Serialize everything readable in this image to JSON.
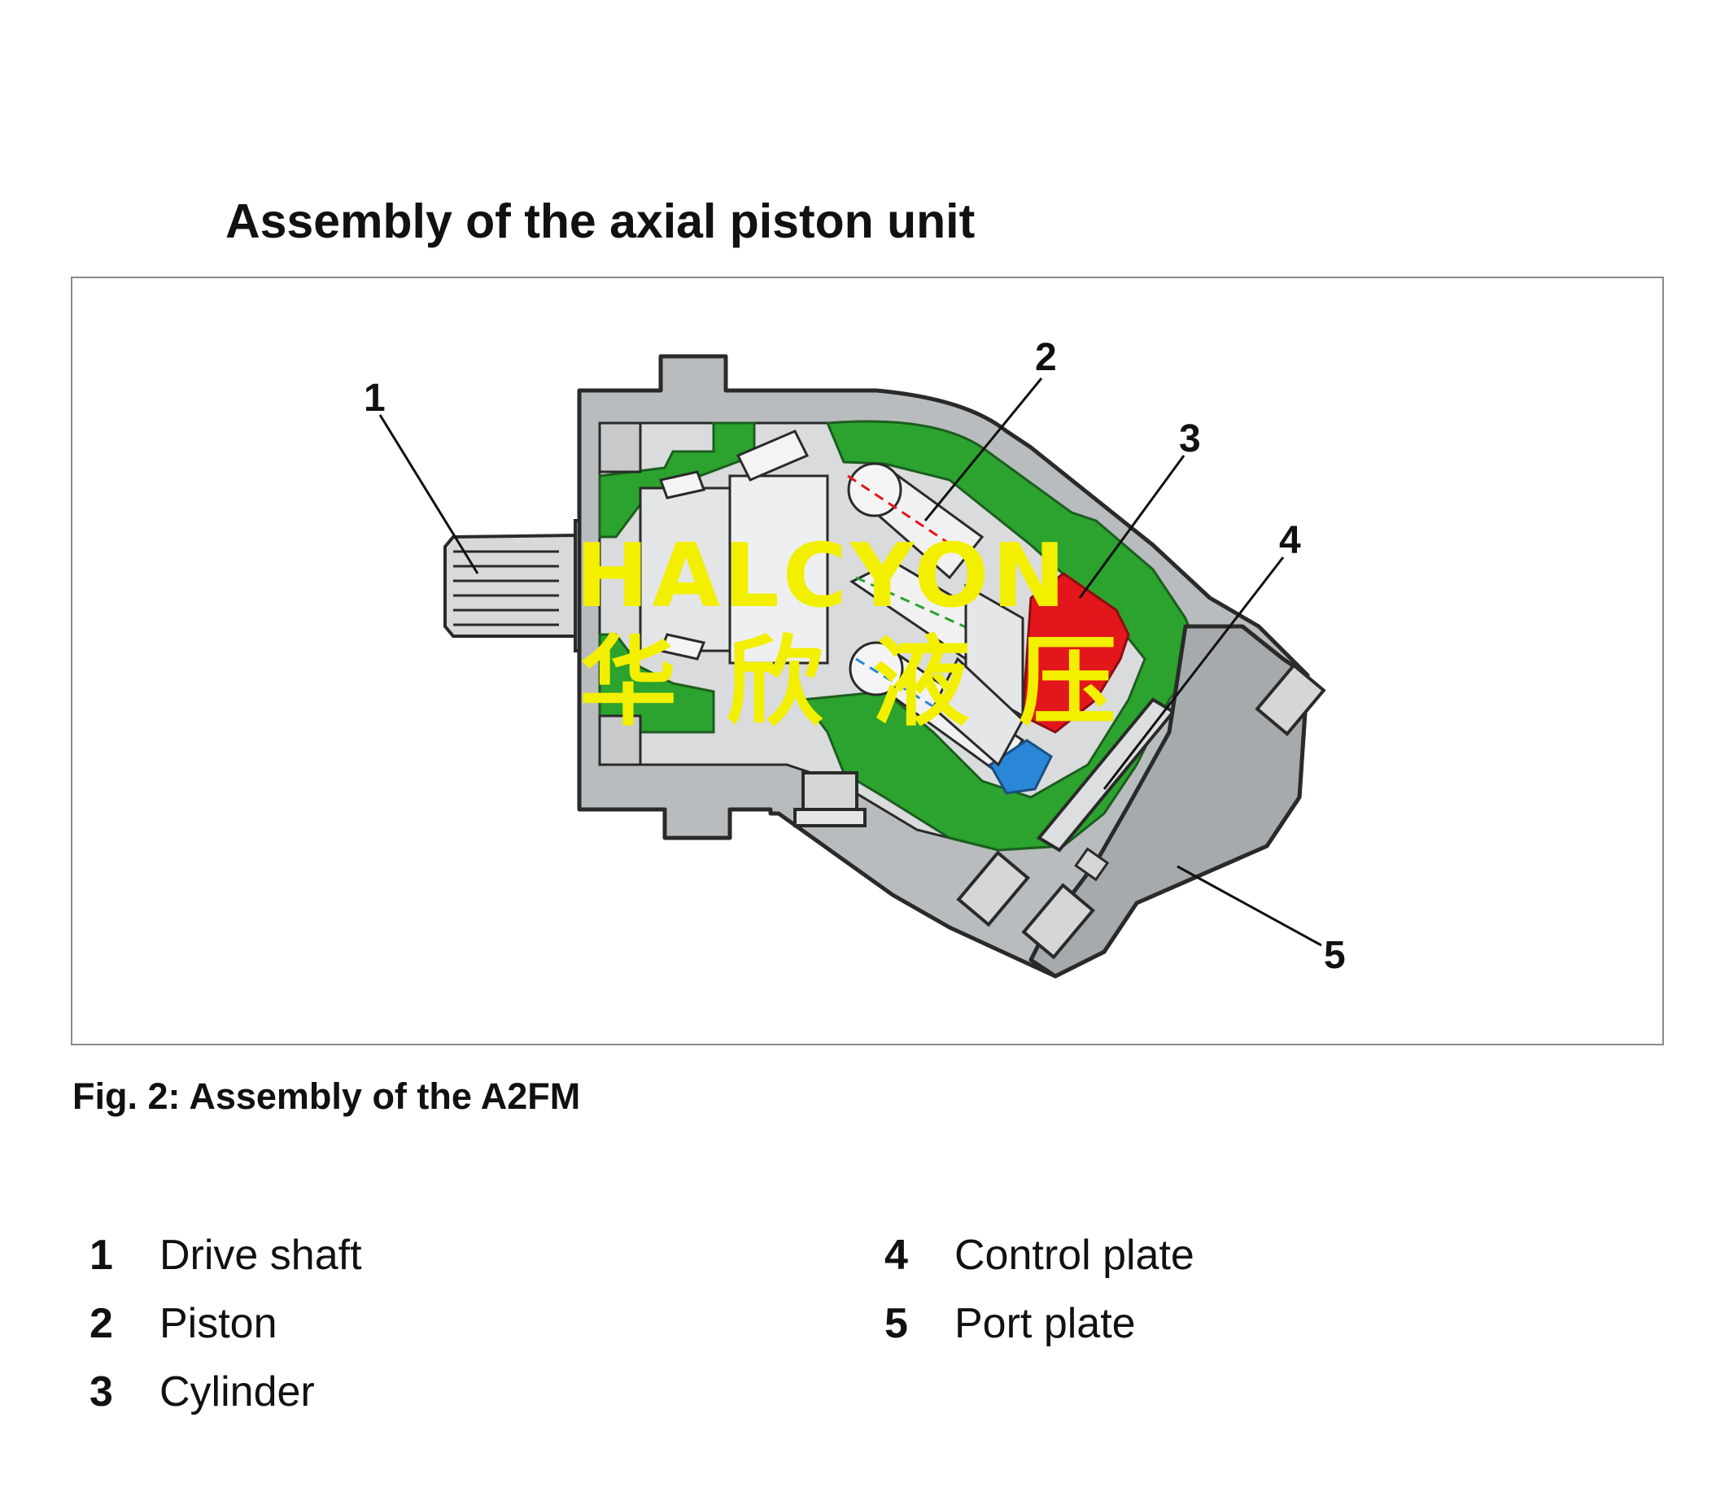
{
  "title": "Assembly of the axial piston unit",
  "caption": "Fig. 2: Assembly of the A2FM",
  "callouts": [
    "1",
    "2",
    "3",
    "4",
    "5"
  ],
  "watermark": {
    "latin": "HALCYON",
    "chinese": "华欣液压"
  },
  "legend": [
    {
      "number": "1",
      "label": "Drive shaft"
    },
    {
      "number": "2",
      "label": "Piston"
    },
    {
      "number": "3",
      "label": "Cylinder"
    },
    {
      "number": "4",
      "label": "Control plate"
    },
    {
      "number": "5",
      "label": "Port plate"
    }
  ],
  "colors": {
    "housing": "#b9bcbe",
    "housing_outline": "#2a2a2a",
    "seal_green": "#2ba32e",
    "cylinder_red": "#e3161b",
    "cylinder_blue": "#2a86d6",
    "watermark": "#f2ef00"
  }
}
